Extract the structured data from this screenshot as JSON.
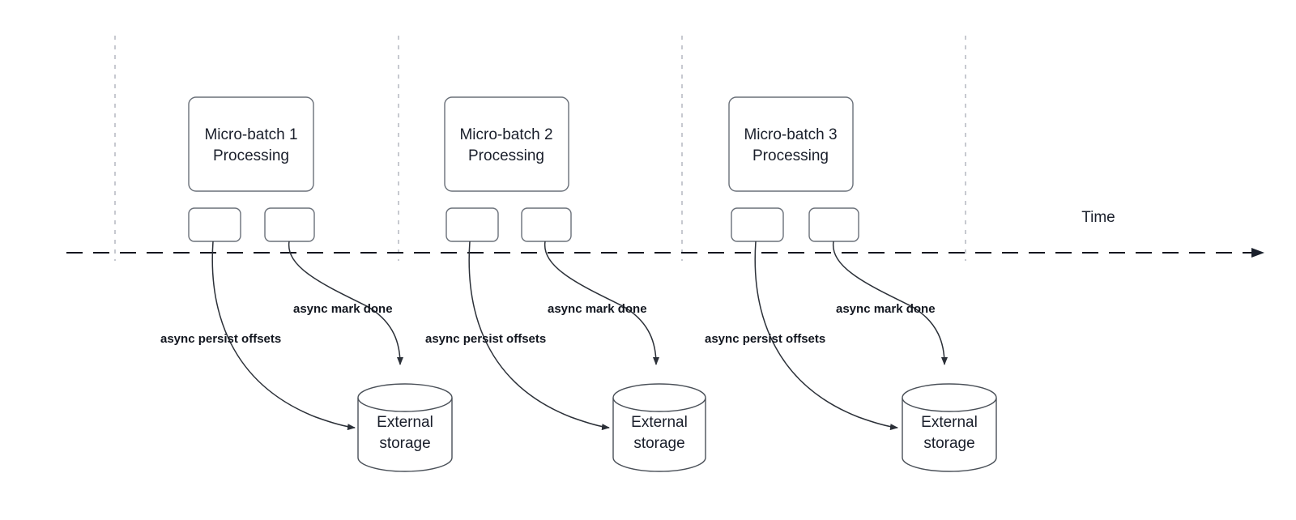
{
  "diagram": {
    "title_axis": {
      "time_label": "Time"
    },
    "colors": {
      "background": "#ffffff",
      "box_stroke": "#6a7079",
      "cylinder_stroke": "#4a5058",
      "tick_stroke": "#b9bcc4",
      "timeline_stroke": "#12161f",
      "edge_stroke": "#2b3038",
      "text": "#1a1f2b"
    },
    "groups": [
      {
        "id": "group-1",
        "batch_label_line1": "Micro-batch 1",
        "batch_label_line2": "Processing",
        "task_boxes": [
          "",
          ""
        ],
        "edges": [
          {
            "label": "async persist offsets"
          },
          {
            "label": "async mark done"
          }
        ],
        "storage_label_line1": "External",
        "storage_label_line2": "storage"
      },
      {
        "id": "group-2",
        "batch_label_line1": "Micro-batch 2",
        "batch_label_line2": "Processing",
        "task_boxes": [
          "",
          ""
        ],
        "edges": [
          {
            "label": "async persist offsets"
          },
          {
            "label": "async mark done"
          }
        ],
        "storage_label_line1": "External",
        "storage_label_line2": "storage"
      },
      {
        "id": "group-3",
        "batch_label_line1": "Micro-batch 3",
        "batch_label_line2": "Processing",
        "task_boxes": [
          "",
          ""
        ],
        "edges": [
          {
            "label": "async persist offsets"
          },
          {
            "label": "async mark done"
          }
        ],
        "storage_label_line1": "External",
        "storage_label_line2": "storage"
      }
    ]
  }
}
